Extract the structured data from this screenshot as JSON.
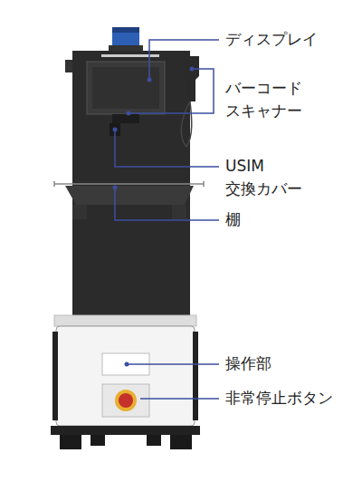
{
  "diagram": {
    "labels": [
      "ディスプレイ",
      "バーコード スキャナー",
      "USIM 交換カバー",
      "棚",
      "操作部",
      "非常停止ボタン"
    ]
  }
}
